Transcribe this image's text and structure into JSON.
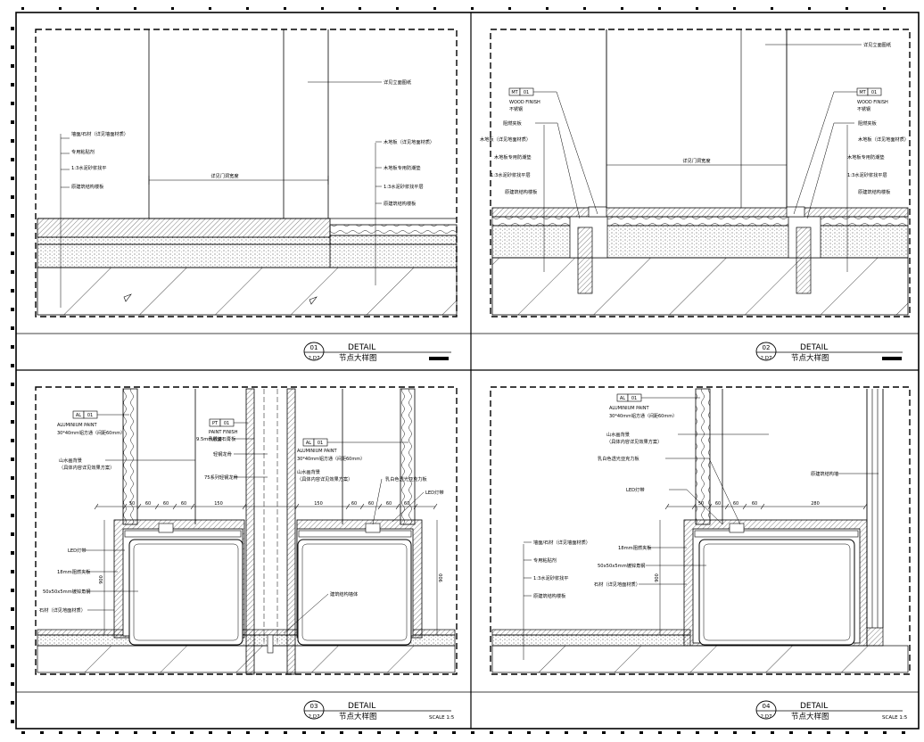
{
  "panels": [
    {
      "number": "01",
      "ref": "2.D7",
      "title": "DETAIL",
      "subtitle": "节点大样图",
      "scale": "",
      "labels_left": [
        "墙面/石材（详见墙面材质）",
        "专用粘贴剂",
        "1:3水泥砂浆找平",
        "原建筑结构楼板"
      ],
      "labels_right": [
        "木地板（详见地面材质）",
        "木地板专用防潮垫",
        "1:3水泥砂浆找平层",
        "原建筑结构楼板"
      ],
      "label_top": "详见立面图纸",
      "label_center": "详见门洞宽度"
    },
    {
      "number": "02",
      "ref": "2.D7",
      "title": "DETAIL",
      "subtitle": "节点大样图",
      "scale": "",
      "tag_left": {
        "code": "MT",
        "num": "01",
        "t1": "WOOD FINISH",
        "t2": "不锈钢"
      },
      "tag_right": {
        "code": "MT",
        "num": "01",
        "t1": "WOOD FINISH",
        "t2": "不锈钢"
      },
      "labels_left": [
        "阻燃夹板",
        "木地板（详见地面材质）",
        "木地板专用防潮垫",
        "1:3水泥砂浆找平层",
        "原建筑结构楼板"
      ],
      "labels_right": [
        "阻燃夹板",
        "木地板（详见地面材质）",
        "木地板专用防潮垫",
        "1:3水泥砂浆找平层",
        "原建筑结构楼板"
      ],
      "label_top": "详见立面图纸",
      "label_center": "详见门洞宽度"
    },
    {
      "number": "03",
      "ref": "2.D7",
      "title": "DETAIL",
      "subtitle": "节点大样图",
      "scale": "SCALE 1:5",
      "tag_left": {
        "code": "AL",
        "num": "01",
        "t1": "ALUMINIUM PAINT",
        "t2": "30*40mm铝方通（间距60mm）"
      },
      "tag_mid": {
        "code": "PT",
        "num": "01",
        "t1": "PAINT FINISH",
        "t2": "乳胶漆"
      },
      "tag_right": {
        "code": "AL",
        "num": "01",
        "t1": "ALUMINIUM PAINT",
        "t2": "30*40mm铝方通（间距60mm）"
      },
      "labels_left": [
        "山水画背景",
        "（具体内容详见效果方案）",
        "LED灯带",
        "18mm阻燃夹板",
        "50x50x5mm镀锌角钢",
        "石材（详见地面材质）"
      ],
      "labels_mid": [
        "9.5mm纸面石膏板",
        "轻钢龙骨",
        "75系列轻钢龙骨",
        "建筑结构墙体"
      ],
      "labels_right": [
        "山水画背景",
        "（具体内容详见效果方案）",
        "乳白色透光亚克力板",
        "LED灯带"
      ],
      "dims_top": [
        "50",
        "60",
        "60",
        "60",
        "150",
        "150",
        "60",
        "60",
        "60",
        "60"
      ],
      "dims_side": [
        "900",
        "900"
      ]
    },
    {
      "number": "04",
      "ref": "2.D7",
      "title": "DETAIL",
      "subtitle": "节点大样图",
      "scale": "SCALE 1:5",
      "tag_top": {
        "code": "AL",
        "num": "01",
        "t1": "ALUMINIUM PAINT",
        "t2": "30*40mm铝方通（间距60mm）"
      },
      "labels_top": [
        "山水画背景",
        "（具体内容详见效果方案）",
        "乳白色透光亚克力板",
        "LED灯带",
        "原建筑结构墙"
      ],
      "labels_left": [
        "墙面/石材（详见墙面材质）",
        "专用粘贴剂",
        "1:3水泥砂浆找平",
        "原建筑结构楼板"
      ],
      "labels_right": [
        "18mm阻燃夹板",
        "50x50x5mm镀锌角钢",
        "石材（详见地面材质）"
      ],
      "dims_top": [
        "50",
        "60",
        "60",
        "60",
        "280"
      ],
      "dims_side": [
        "900"
      ]
    }
  ]
}
